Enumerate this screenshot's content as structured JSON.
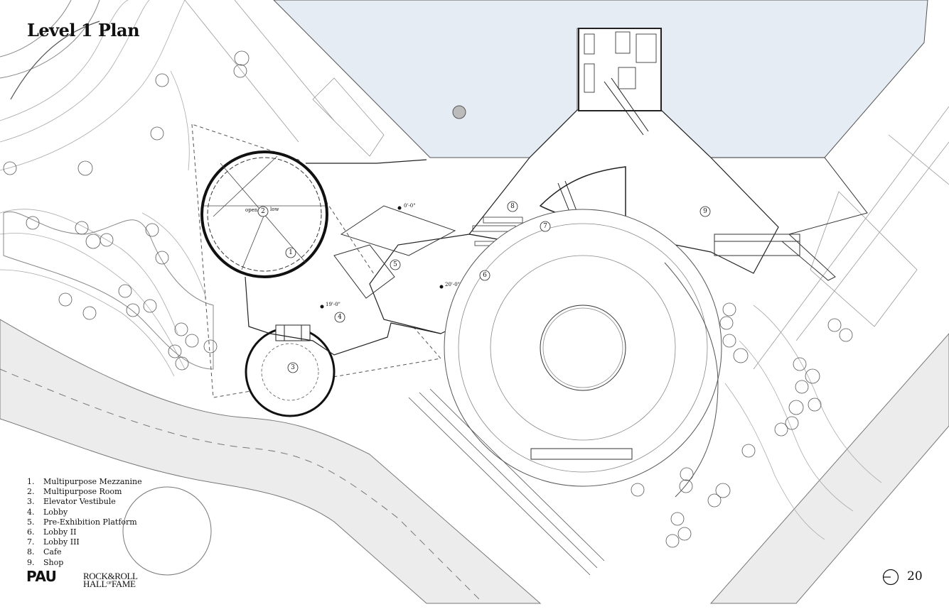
{
  "title": "Level 1 Plan",
  "room_labels": [
    {
      "num": "1"
    },
    {
      "num": "2"
    },
    {
      "num": "3"
    },
    {
      "num": "4"
    },
    {
      "num": "5"
    },
    {
      "num": "6"
    },
    {
      "num": "7"
    },
    {
      "num": "8"
    },
    {
      "num": "9"
    }
  ],
  "annotations": {
    "open_to_below_a": "open",
    "open_to_below_b": "low",
    "elev_1": "0'-0\"",
    "elev_2": "19'-0\"",
    "elev_3": "20'-0\""
  },
  "legend": [
    {
      "num": "1.",
      "name": "Multipurpose Mezzanine"
    },
    {
      "num": "2.",
      "name": "Multipurpose Room"
    },
    {
      "num": "3.",
      "name": "Elevator Vestibule"
    },
    {
      "num": "4.",
      "name": "Lobby"
    },
    {
      "num": "5.",
      "name": "Pre-Exhibition Platform"
    },
    {
      "num": "6.",
      "name": "Lobby II"
    },
    {
      "num": "7.",
      "name": "Lobby III"
    },
    {
      "num": "8.",
      "name": "Cafe"
    },
    {
      "num": "9.",
      "name": "Shop"
    }
  ],
  "logos": {
    "firm": "PAU",
    "client_line1": "ROCK&ROLL",
    "client_line2": "HALL",
    "client_of": "OF",
    "client_line2b": "FAME"
  },
  "page_number": "20",
  "colors": {
    "water": "#e6ecf3",
    "road": "#eaeaea",
    "line": "#333333",
    "light_line": "#9a9a9a"
  }
}
